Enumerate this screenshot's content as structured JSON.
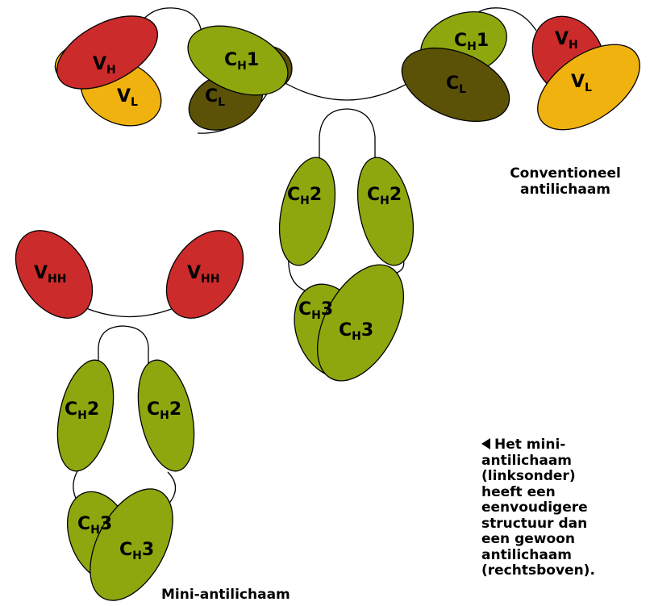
{
  "colors": {
    "variable_heavy": "#cc2b2b",
    "variable_light": "#efb20f",
    "constant_heavy": "#8fa70f",
    "constant_light": "#5b5208"
  },
  "labels": {
    "vh": {
      "main": "V",
      "sub": "H"
    },
    "vl": {
      "main": "V",
      "sub": "L"
    },
    "ch1": {
      "main": "C",
      "sub": "H",
      "suffix": "1"
    },
    "cl": {
      "main": "C",
      "sub": "L"
    },
    "ch2": {
      "main": "C",
      "sub": "H",
      "suffix": "2"
    },
    "ch3": {
      "main": "C",
      "sub": "H",
      "suffix": "3"
    },
    "vhh": {
      "main": "V",
      "sub": "HH"
    }
  },
  "conventional_title": [
    "Conventioneel",
    "antilichaam"
  ],
  "mini_title": "Mini-antilichaam",
  "caption": {
    "icon": "left-triangle-icon",
    "lines": [
      "Het mini-",
      "antilichaam",
      "(linksonder)",
      "heeft een",
      "eenvoudigere",
      "structuur dan",
      "een gewoon",
      "antilichaam",
      "(rechtsboven)."
    ]
  }
}
